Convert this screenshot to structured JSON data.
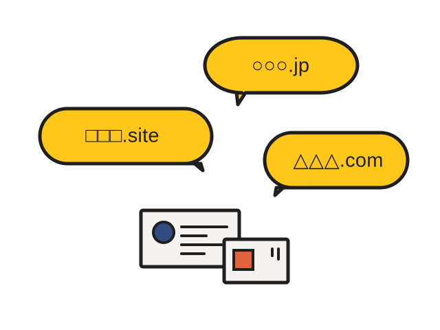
{
  "bubbles": [
    {
      "id": "jp",
      "text": "○○○.jp"
    },
    {
      "id": "site",
      "text": "□□□.site"
    },
    {
      "id": "com",
      "text": "△△△.com"
    }
  ],
  "colors": {
    "bubble_fill": "#FFC719",
    "outline": "#1f1f1f",
    "card_fill": "#F4F3F1",
    "avatar": "#2E4B82",
    "stamp": "#E0623E"
  },
  "icons": {
    "cards": "business-cards-icon",
    "avatar": "avatar-circle-icon",
    "stamp": "stamp-square-icon"
  }
}
